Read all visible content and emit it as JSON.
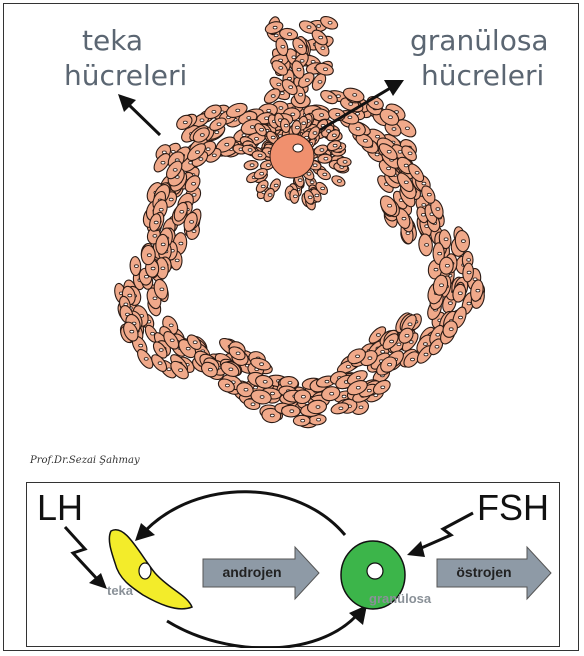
{
  "labels": {
    "teka_line1": "teka",
    "teka_line2": "hücreleri",
    "granulosa_line1": "granülosa",
    "granulosa_line2": "hücreleri"
  },
  "credit": "Prof.Dr.Sezai Şahmay",
  "panel": {
    "lh": "LH",
    "fsh": "FSH",
    "androjen": "androjen",
    "ostrojen": "östrojen",
    "teka": "teka",
    "granulosa": "granülosa"
  },
  "colors": {
    "cell_fill": "#f0a98a",
    "cell_stroke": "#2a1a14",
    "teka_cell": "#f3ec2a",
    "granulosa_cell": "#3cb54a",
    "arrow_fill": "#8e9aa6"
  }
}
